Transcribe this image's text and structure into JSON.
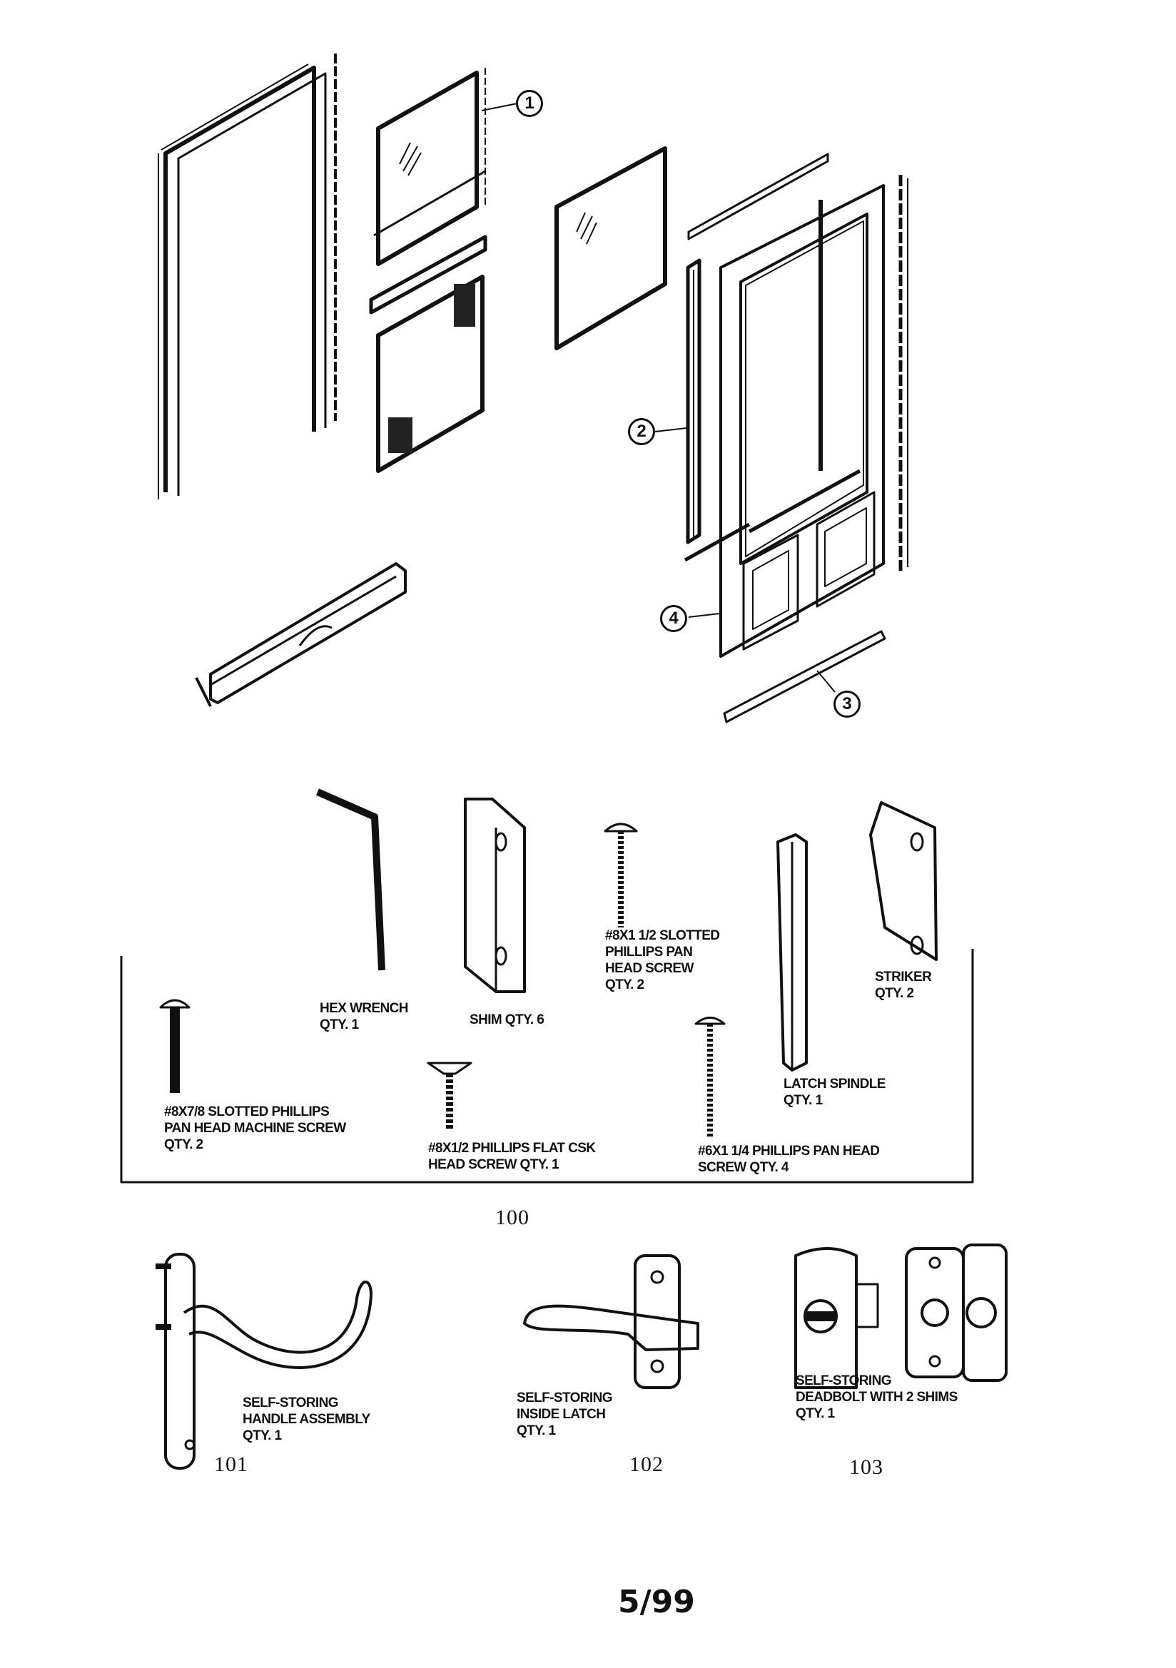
{
  "callouts": [
    "1",
    "2",
    "3",
    "4"
  ],
  "hardware_labels": {
    "hex_wrench": "HEX WRENCH\nQTY. 1",
    "shim": "SHIM QTY. 6",
    "pan_head_screw_slotted": "#8X1 1/2 SLOTTED\nPHILLIPS PAN\nHEAD SCREW\nQTY. 2",
    "striker": "STRIKER\nQTY. 2",
    "machine_screw": "#8X7/8 SLOTTED PHILLIPS\nPAN HEAD MACHINE SCREW\nQTY. 2",
    "flat_csk_screw": "#8X1/2 PHILLIPS FLAT CSK\nHEAD SCREW QTY. 1",
    "latch_spindle": "LATCH SPINDLE\nQTY. 1",
    "pan_head_screw": "#6X1 1/4 PHILLIPS PAN HEAD\nSCREW QTY. 4"
  },
  "kit_number": "100",
  "assemblies": [
    {
      "label": "SELF-STORING\nHANDLE ASSEMBLY\nQTY. 1",
      "number": "101"
    },
    {
      "label": "SELF-STORING\nINSIDE LATCH\nQTY. 1",
      "number": "102"
    },
    {
      "label": "SELF-STORING\nDEADBOLT WITH 2 SHIMS\nQTY. 1",
      "number": "103"
    }
  ],
  "footer": "5/99"
}
